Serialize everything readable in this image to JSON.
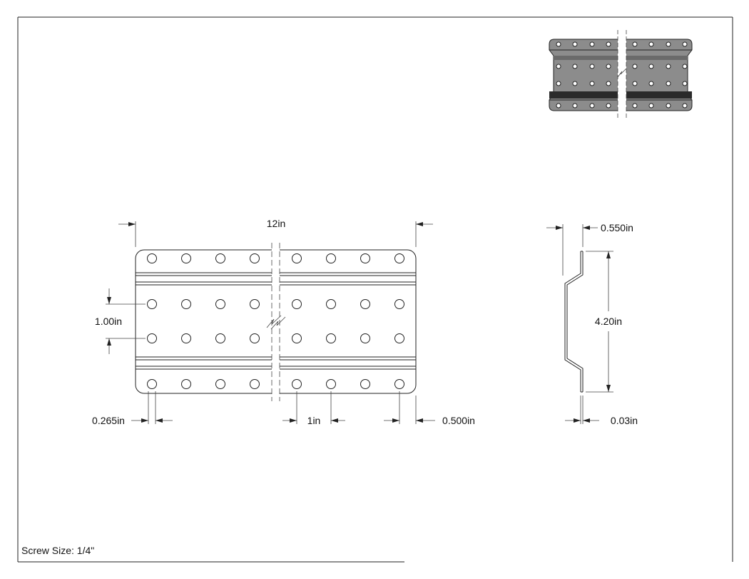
{
  "dimensions": {
    "overall_length": "12in",
    "hole_row_spacing": "1.00in",
    "hole_edge_offset": "0.265in",
    "hole_pitch": "1in",
    "end_hole_offset": "0.500in",
    "offset_depth": "0.550in",
    "overall_height": "4.20in",
    "thickness": "0.03in"
  },
  "notes": {
    "screw_size": "Screw Size: 1/4\""
  },
  "colors": {
    "line": "#222222",
    "plate_shade": "#8c8c8c",
    "plate_dark": "#2a2a2a"
  }
}
